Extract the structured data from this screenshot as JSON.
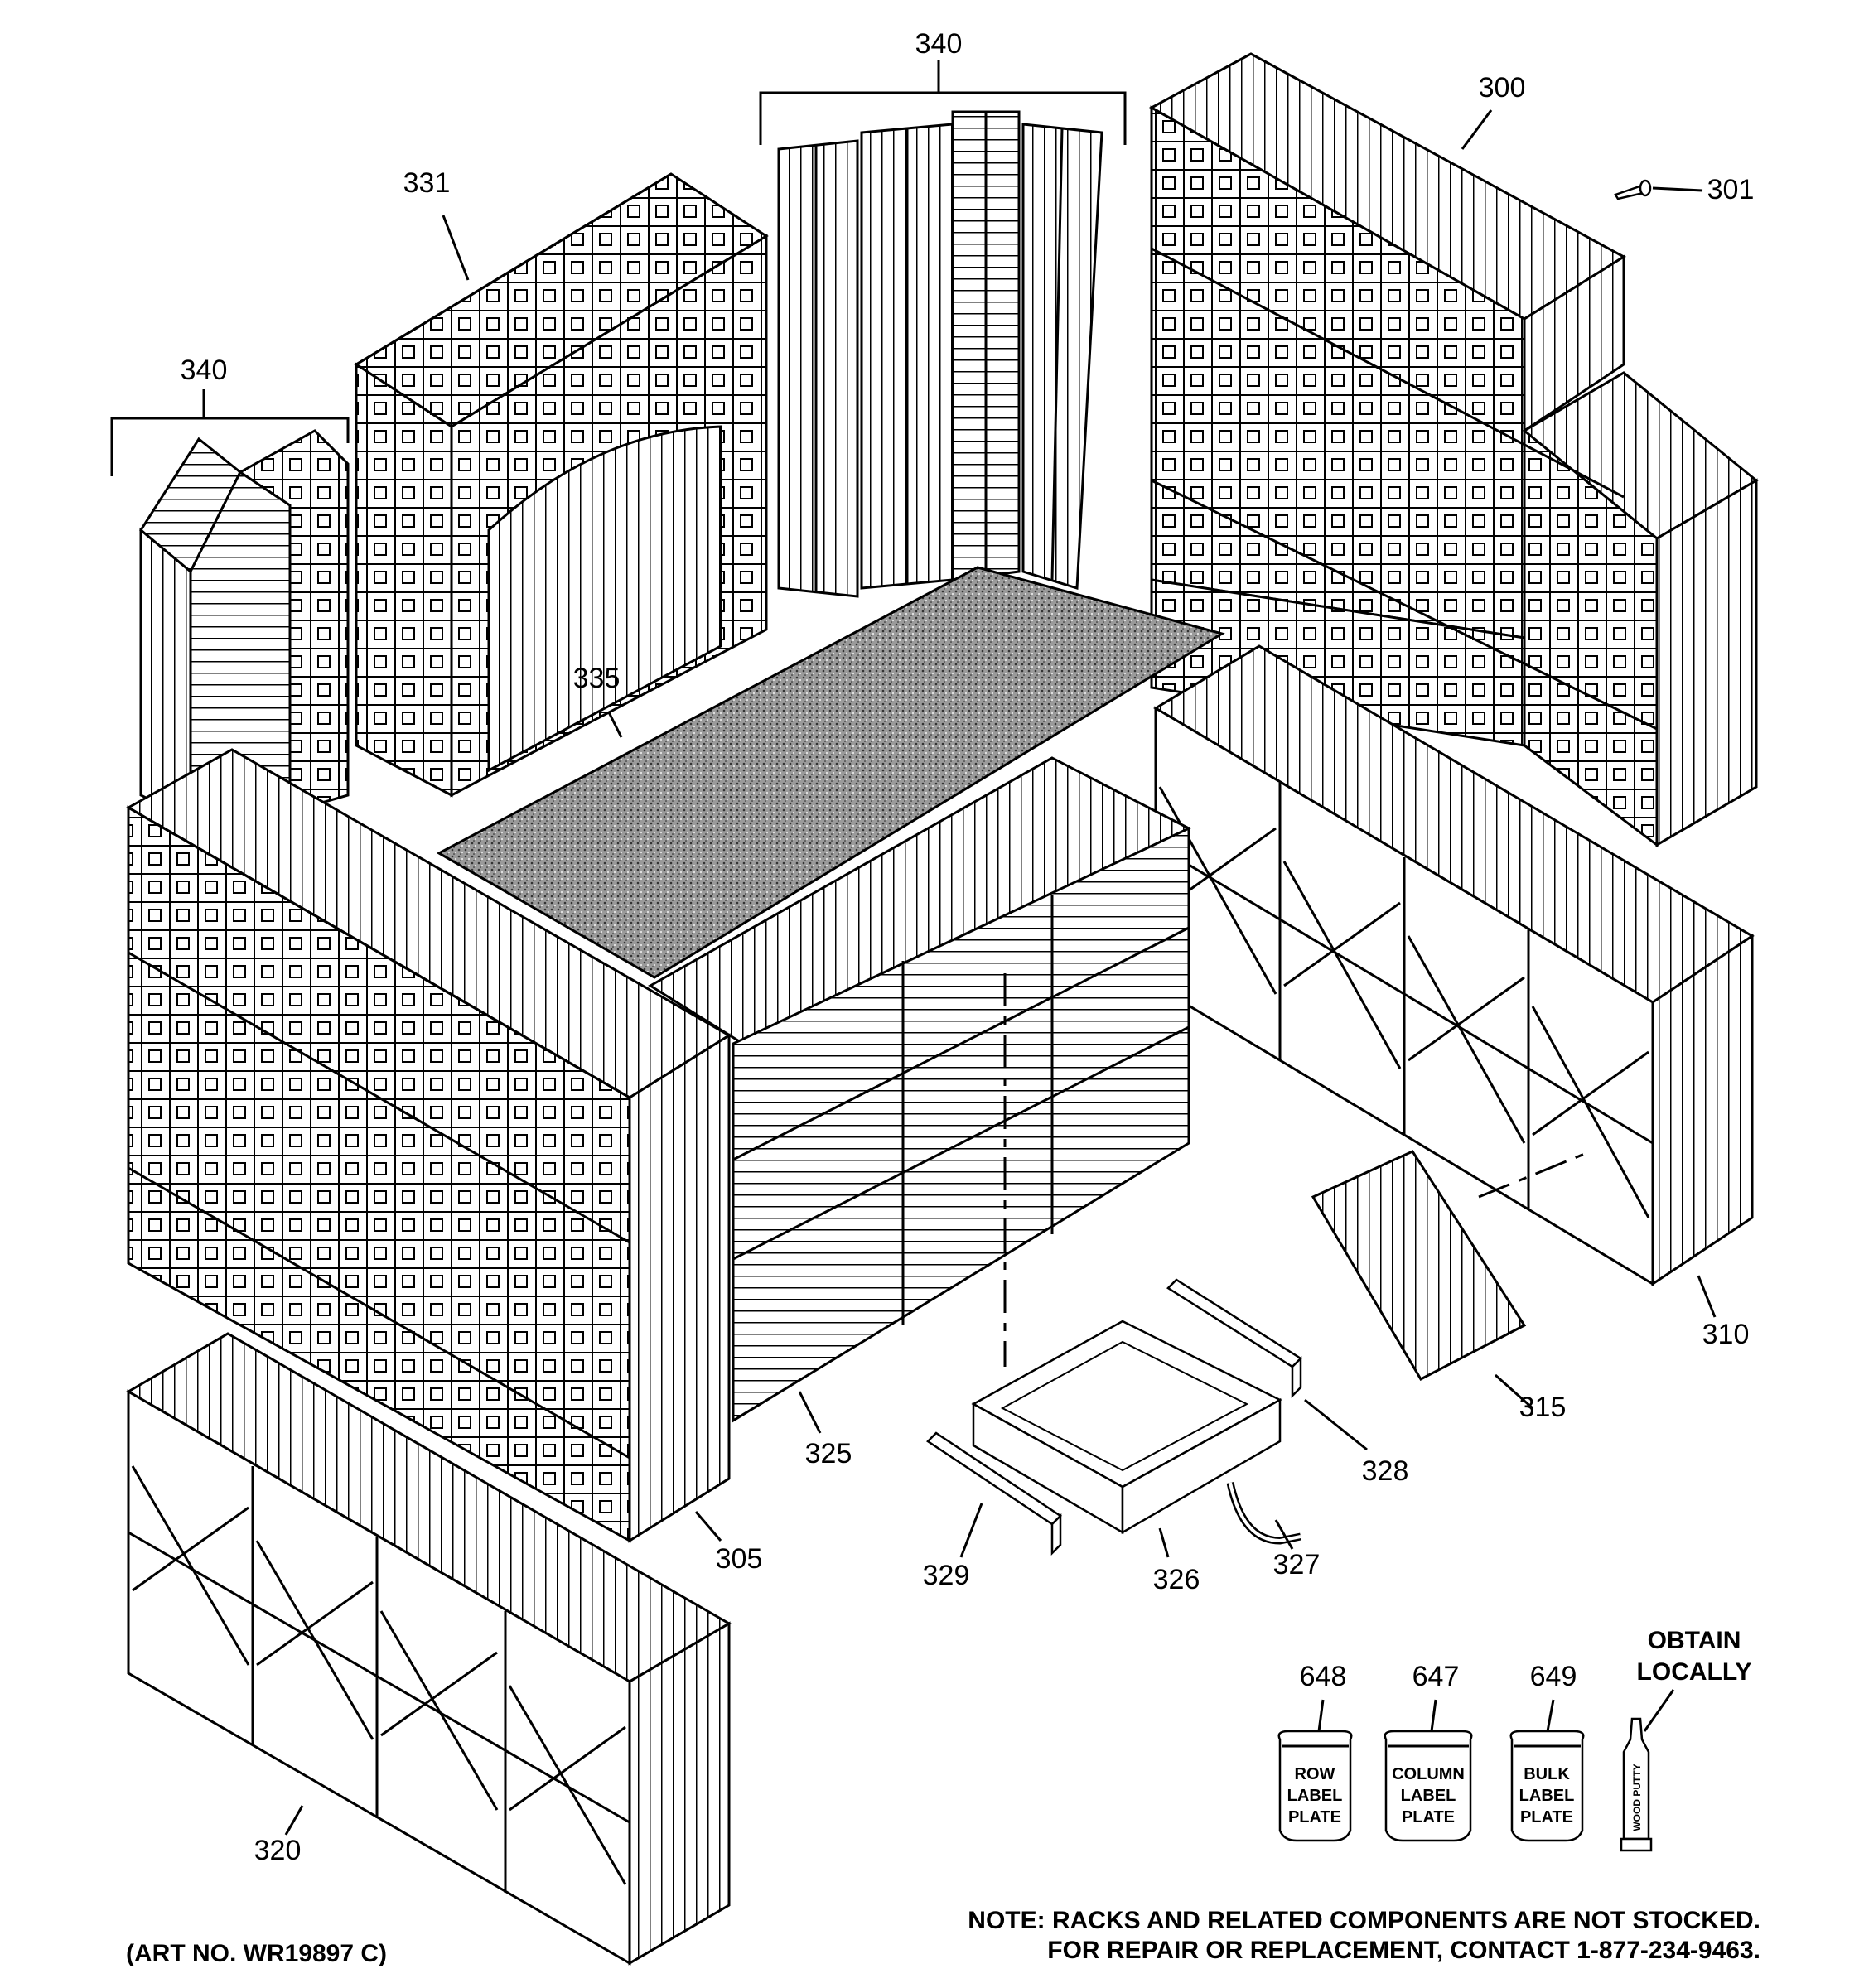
{
  "callouts": {
    "c340_top": "340",
    "c300": "300",
    "c301": "301",
    "c331": "331",
    "c340_left": "340",
    "c335": "335",
    "c310": "310",
    "c315": "315",
    "c328": "328",
    "c325": "325",
    "c327": "327",
    "c305": "305",
    "c326": "326",
    "c329": "329",
    "c320": "320",
    "c648": "648",
    "c647": "647",
    "c649": "649"
  },
  "obtain": {
    "line1": "OBTAIN",
    "line2": "LOCALLY"
  },
  "bags": {
    "row": [
      "ROW",
      "LABEL",
      "PLATE"
    ],
    "column": [
      "COLUMN",
      "LABEL",
      "PLATE"
    ],
    "bulk": [
      "BULK",
      "LABEL",
      "PLATE"
    ]
  },
  "tube_label": "WOOD PUTTY",
  "note": {
    "line1": "NOTE: RACKS AND RELATED COMPONENTS ARE NOT STOCKED.",
    "line2": "FOR REPAIR OR REPLACEMENT, CONTACT 1-877-234-9463."
  },
  "art_no": "(ART NO. WR19897 C)"
}
